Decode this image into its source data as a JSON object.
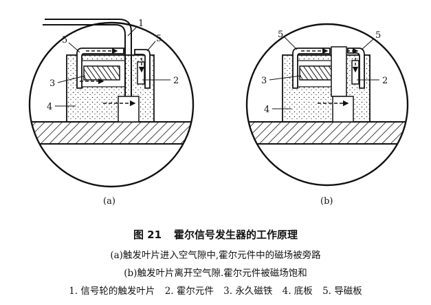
{
  "views": [
    {
      "sublabel": "(a)",
      "callouts": [
        "1",
        "5",
        "5",
        "3",
        "2",
        "4"
      ]
    },
    {
      "sublabel": "(b)",
      "callouts": [
        "5",
        "5",
        "3",
        "2",
        "4"
      ]
    }
  ],
  "caption": {
    "figure_number": "图 21",
    "title": "霍尔信号发生器的工作原理",
    "line_a": "(a)触发叶片进入空气隙中,霍尔元件中的磁场被旁路",
    "line_b": "(b)触发叶片离开空气隙.霍尔元件被磁场饱和",
    "legend": [
      "1. 信号轮的触发叶片",
      "2. 霍尔元件",
      "3. 永久磁铁",
      "4. 底板",
      "5. 导磁板"
    ]
  }
}
